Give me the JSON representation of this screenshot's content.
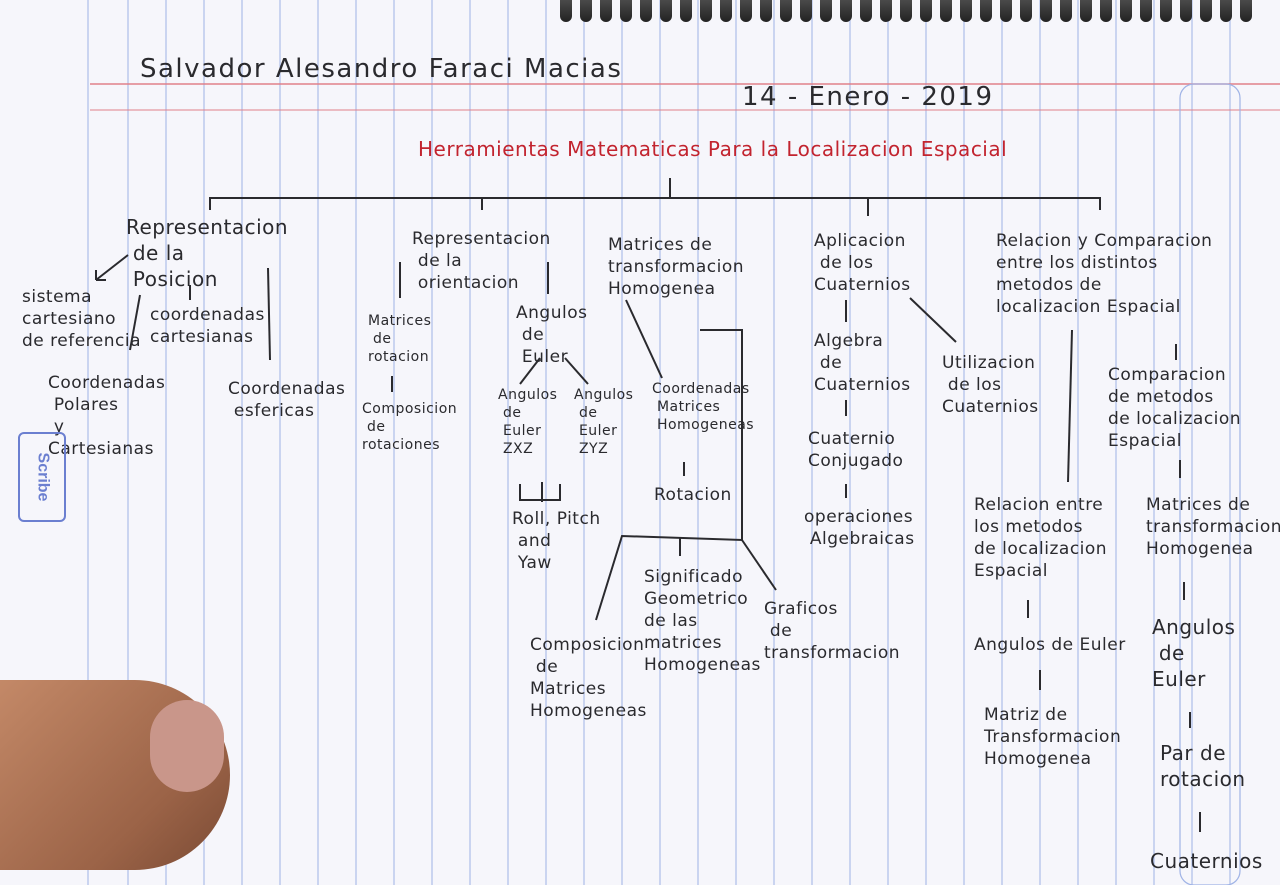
{
  "header": {
    "author": "Salvador Alesandro Faraci Macias",
    "date": "14 - Enero - 2019",
    "title": "Herramientas Matematicas Para la Localizacion Espacial"
  },
  "stamp_text": "Scribe",
  "branches": {
    "posicion": {
      "title": "Representacion\n de la\n Posicion",
      "left": "sistema\ncartesiano\nde referencia",
      "mid": "coordenadas\ncartesianas",
      "polar": "Coordenadas\n Polares\n y\nCartesianas",
      "esfericas": "Coordenadas\n esfericas"
    },
    "orientacion": {
      "title": "Representacion\n de la\n orientacion",
      "matrices": "Matrices\n de\nrotacion",
      "composicion": "Composicion\n de\nrotaciones",
      "angulos": "Angulos\n de\n Euler",
      "zxz": "Angulos\n de\n Euler\n ZXZ",
      "zyz": "Angulos\n de\n Euler\n ZYZ",
      "roll": "Roll, Pitch\n and\n Yaw"
    },
    "matrices": {
      "title": "Matrices de\ntransformacion\nHomogenea",
      "coordenadas": "Coordenadas\n Matrices\n Homogeneas",
      "rotacion": "Rotacion",
      "significado": "Significado\nGeometrico\nde las\nmatrices\nHomogeneas",
      "composicion": "Composicion\n de\nMatrices\nHomogeneas",
      "graficos": "Graficos\n de\ntransformacion"
    },
    "cuaterniones": {
      "title": "Aplicacion\n de los\nCuaternios",
      "algebra": "Algebra\n de\nCuaternios",
      "conjugado": "Cuaternio\nConjugado",
      "operaciones": "operaciones\n Algebraicas",
      "utilizacion": "Utilizacion\n de los\nCuaternios"
    },
    "relacion": {
      "title": "Relacion y Comparacion\nentre los distintos\nmetodos de\nlocalizacion Espacial",
      "relacion": "Relacion entre\nlos metodos\nde localizacion\nEspacial",
      "angulos": "Angulos de Euler",
      "matriz": "Matriz de\nTransformacion\nHomogenea",
      "comparacion": "Comparacion\nde metodos\nde localizacion\nEspacial",
      "matrices": "Matrices de\ntransformacion\nHomogenea",
      "angulos2": "Angulos\n de\nEuler",
      "par": "Par de\nrotacion",
      "cuaternios": "Cuaternios"
    }
  }
}
